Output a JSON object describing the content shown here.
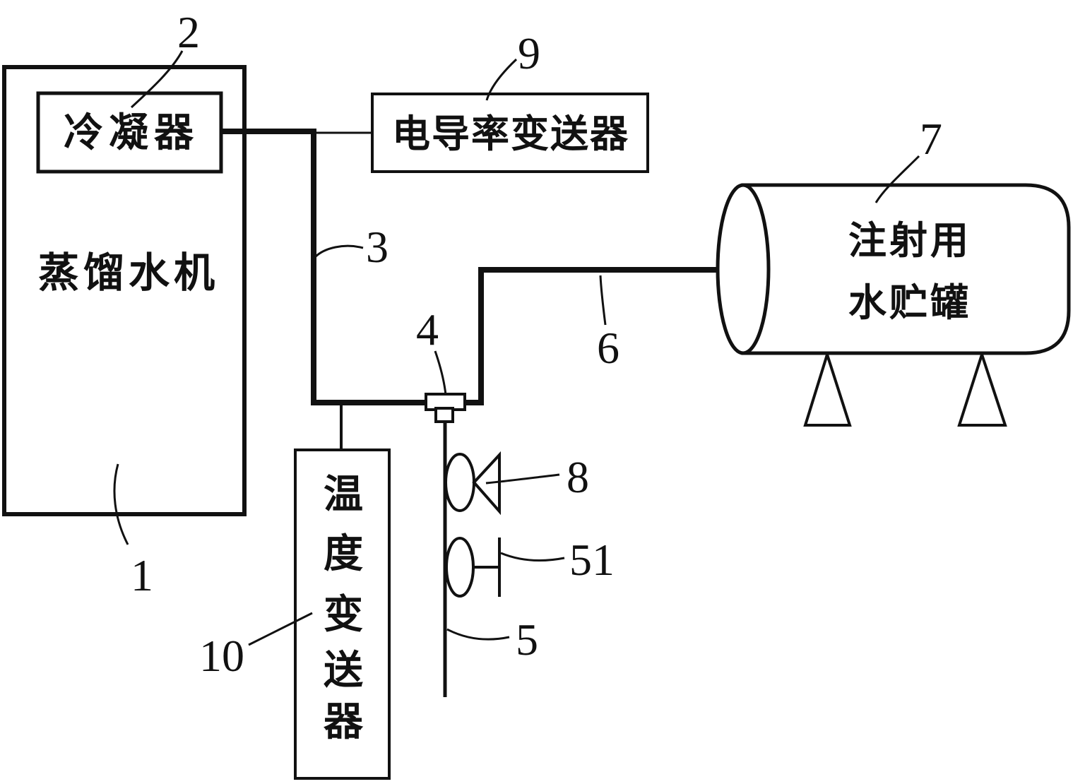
{
  "figure": {
    "background": "#ffffff",
    "line_color": "#111111"
  },
  "components": {
    "distiller": {
      "label": "蒸馏水机",
      "ref": "1"
    },
    "condenser": {
      "label": "冷凝器",
      "ref": "2"
    },
    "pipe_main": {
      "ref": "3"
    },
    "sampling_fitting": {
      "ref": "4"
    },
    "sample_pipe": {
      "ref": "5"
    },
    "sample_valve": {
      "ref": "51"
    },
    "outlet_pipe": {
      "ref": "6"
    },
    "storage_tank": {
      "label_line1": "注射用",
      "label_line2": "水贮罐",
      "ref": "7"
    },
    "check_valve": {
      "ref": "8"
    },
    "conductivity_transmitter": {
      "label": "电导率变送器",
      "ref": "9"
    },
    "temperature_transmitter": {
      "label": "温度变送器",
      "chars": [
        "温",
        "度",
        "变",
        "送",
        "器"
      ],
      "ref": "10"
    }
  }
}
